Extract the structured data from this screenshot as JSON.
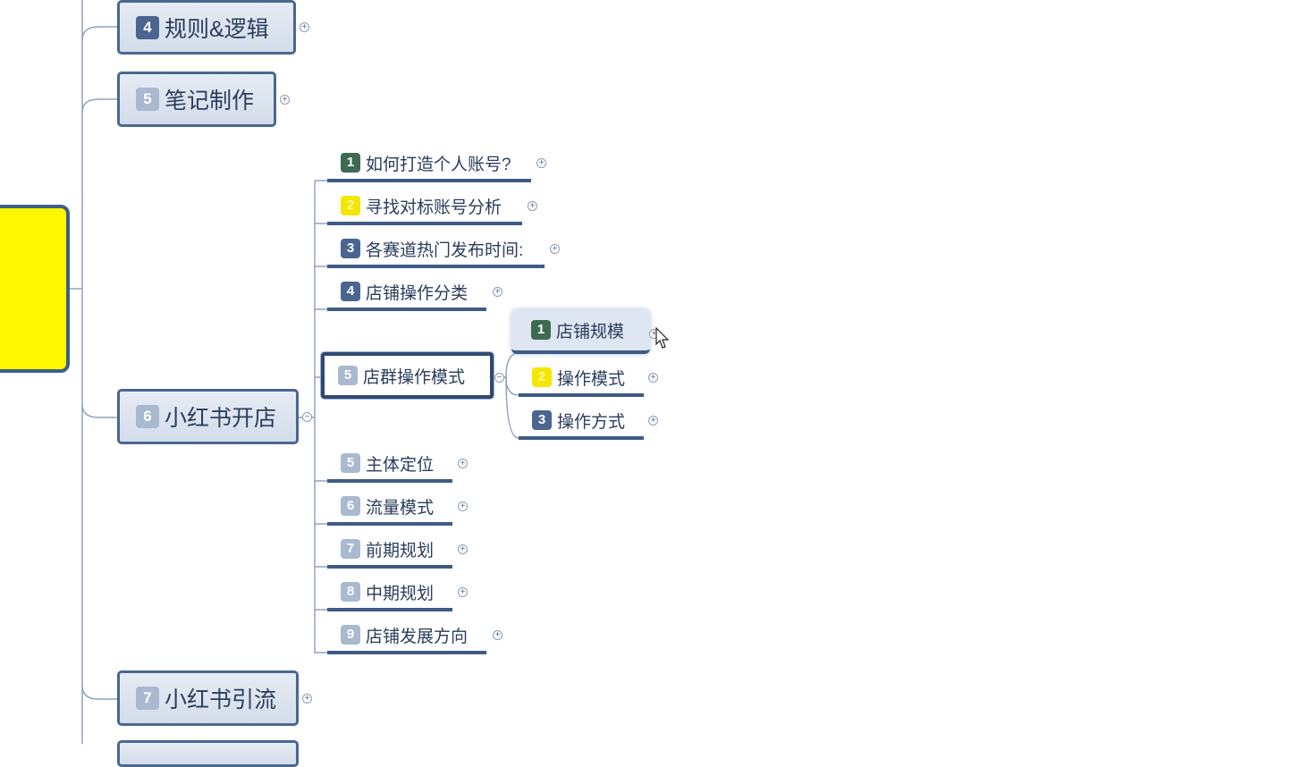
{
  "main_nodes": {
    "n4": {
      "num": "4",
      "label": "规则&逻辑"
    },
    "n5": {
      "num": "5",
      "label": "笔记制作"
    },
    "n6": {
      "num": "6",
      "label": "小红书开店"
    },
    "n7": {
      "num": "7",
      "label": "小红书引流"
    }
  },
  "shop_children": [
    {
      "num": "1",
      "label": "如何打造个人账号?"
    },
    {
      "num": "2",
      "label": "寻找对标账号分析"
    },
    {
      "num": "3",
      "label": "各赛道热门发布时间:"
    },
    {
      "num": "4",
      "label": "店铺操作分类"
    },
    {
      "num": "5",
      "label": "店群操作模式"
    },
    {
      "num": "5",
      "label": "主体定位"
    },
    {
      "num": "6",
      "label": "流量模式"
    },
    {
      "num": "7",
      "label": "前期规划"
    },
    {
      "num": "8",
      "label": "中期规划"
    },
    {
      "num": "9",
      "label": "店铺发展方向"
    }
  ],
  "store_group_children": [
    {
      "num": "1",
      "label": "店铺规模"
    },
    {
      "num": "2",
      "label": "操作模式"
    },
    {
      "num": "3",
      "label": "操作方式"
    }
  ],
  "icons": {
    "expand": "+"
  },
  "colors": {
    "root_fill": "#fff700",
    "node_border": "#4a6790",
    "accent_yellow": "#f3e600"
  }
}
